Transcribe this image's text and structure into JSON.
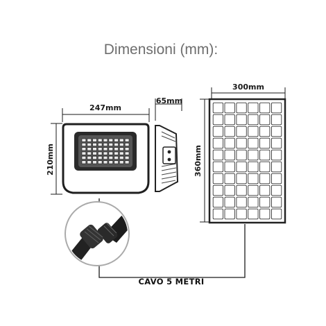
{
  "title": "Dimensioni (mm):",
  "floodlight": {
    "width_label": "247mm",
    "height_label": "210mm",
    "depth_label": "65mm",
    "led_rows": 6,
    "led_cols": 9
  },
  "panel": {
    "width_label": "300mm",
    "height_label": "360mm",
    "cell_rows": 10,
    "cell_cols": 6
  },
  "cable": {
    "label": "CAVO 5 METRI"
  },
  "colors": {
    "title": "#6e6e6e",
    "lines": "#1a1a1a",
    "body": "#2b2b2b",
    "panel_cell": "#ffffff"
  }
}
